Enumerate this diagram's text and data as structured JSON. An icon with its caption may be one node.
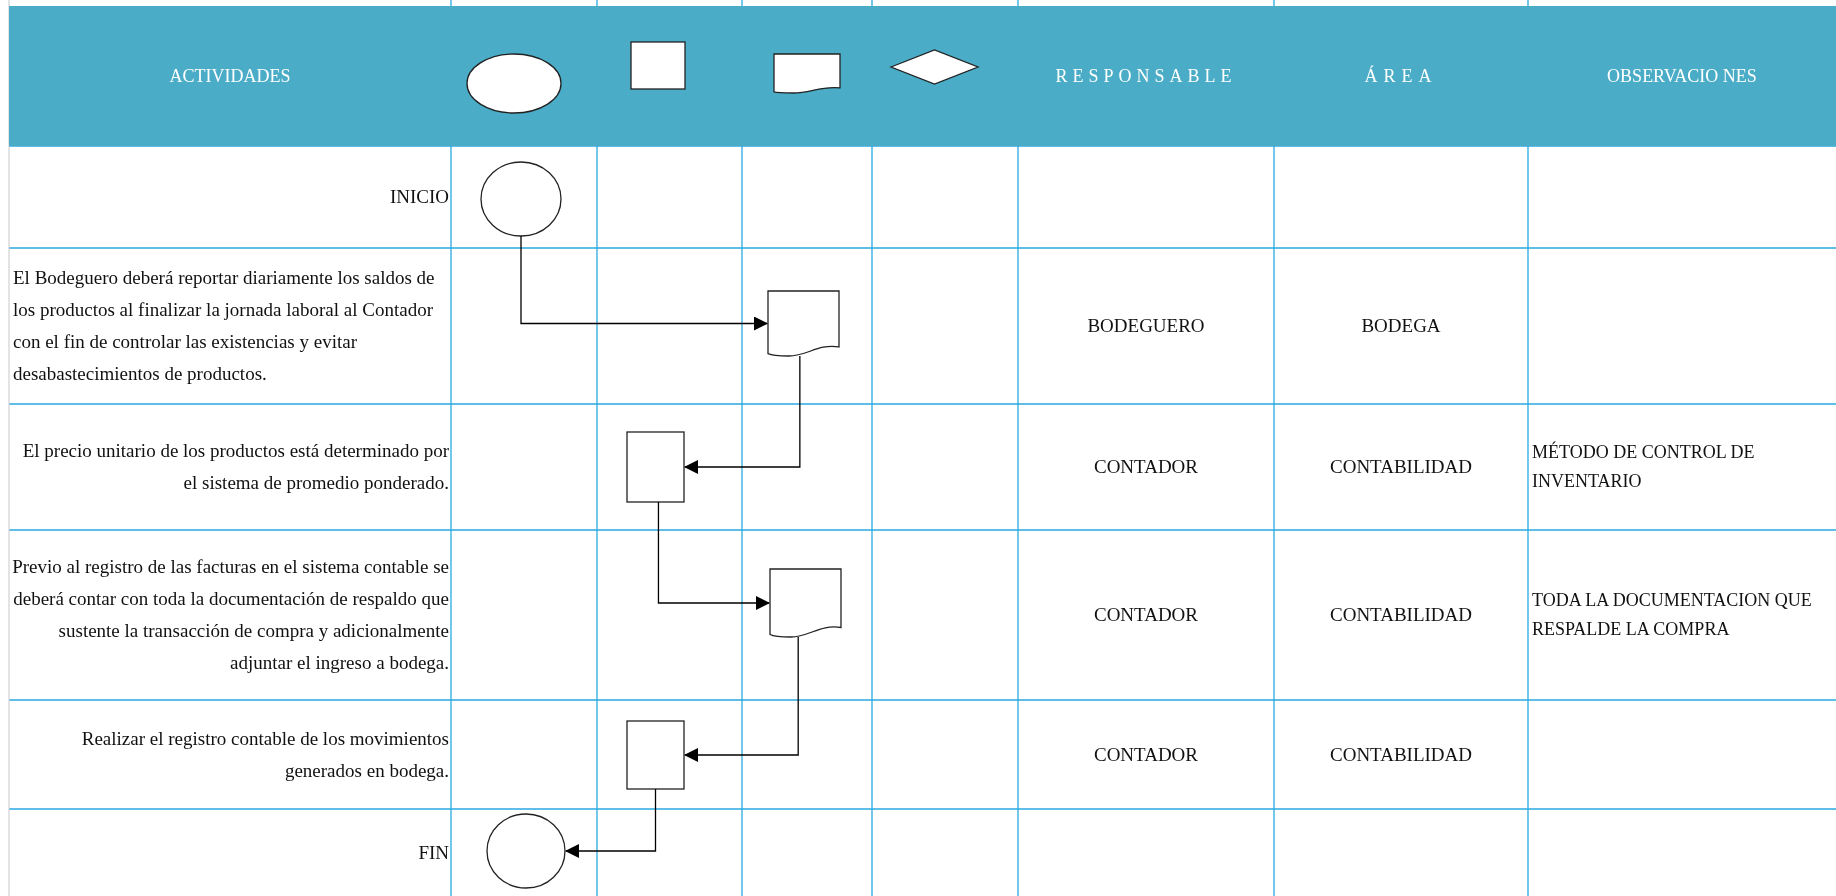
{
  "diagram": {
    "nodes": [
      {
        "text": [],
        "shape": "circle"
      },
      {
        "text": [],
        "shape": "box"
      },
      {
        "text": [],
        "shape": "document"
      },
      {
        "text": [],
        "shape": "diamond"
      },
      {
        "text": [],
        "shape": "circle"
      },
      {
        "text": [],
        "shape": "document"
      },
      {
        "text": [],
        "shape": "box"
      },
      {
        "text": [],
        "shape": "document"
      },
      {
        "text": [],
        "shape": "box"
      },
      {
        "text": [],
        "shape": "circle"
      }
    ],
    "edges": [
      {
        "from": 4,
        "to": 5,
        "arrow": "to"
      },
      {
        "from": 5,
        "to": 6,
        "arrow": "to"
      },
      {
        "from": 6,
        "to": 7,
        "arrow": "to"
      },
      {
        "from": 7,
        "to": 8,
        "arrow": "to"
      },
      {
        "from": 8,
        "to": 9,
        "arrow": "to"
      }
    ],
    "labels": [
      "ACTIVIDADES",
      "RESPONSABLE",
      "ÁREA",
      "OBSERVACIO NES",
      "INICIO",
      "El Bodeguero deberá reportar diariamente los saldos de los productos al finalizar la jornada laboral al Contador con el fin de controlar las existencias y evitar desabastecimientos de productos.",
      "BODEGUERO",
      "BODEGA",
      "El precio unitario de los productos está determinado por el sistema de promedio ponderado.",
      "CONTADOR",
      "CONTABILIDAD",
      "MÉTODO DE CONTROL DE INVENTARIO",
      "Previo al registro de las facturas en el sistema contable se deberá contar con toda la documentación de respaldo que sustente la transacción de compra y adicionalmente adjuntar el ingreso a bodega.",
      "CONTADOR",
      "CONTABILIDAD",
      "TODA LA DOCUMENTACION QUE RESPALDE LA COMPRA",
      "Realizar el registro contable de los movimientos generados en bodega.",
      "CONTADOR",
      "CONTABILIDAD",
      "FIN"
    ]
  }
}
